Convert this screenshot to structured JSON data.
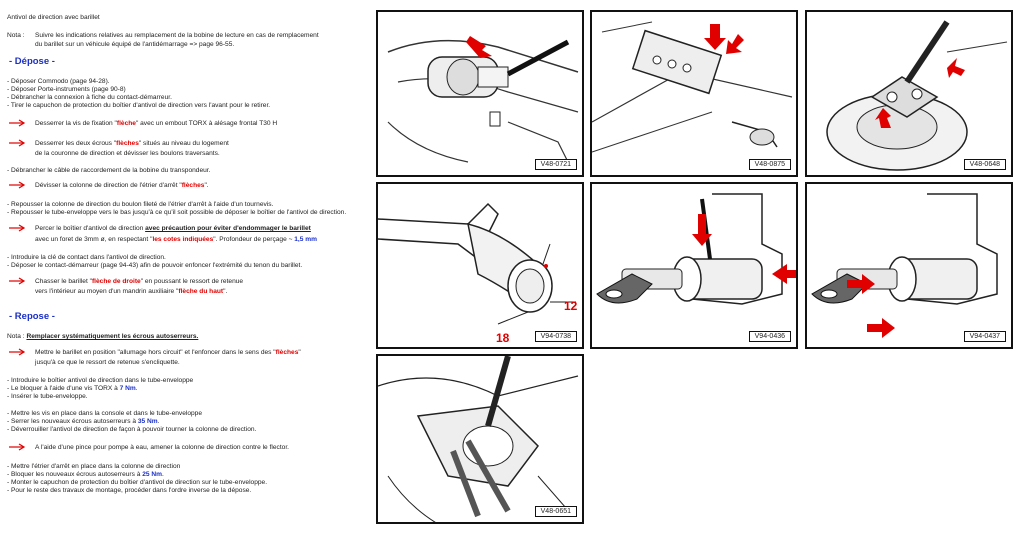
{
  "title": "Antivol de direction avec barillet",
  "note1_label": "Nota :",
  "note1_line1": "Suivre les indications relatives au remplacement de la bobine de lecture en cas de remplacement",
  "note1_line2": "du barillet sur un véhicule équipé de l'antidémarrage => page 96-55.",
  "depose_title": "- Dépose -",
  "d1": "- Déposer Commodo (page 94-28).",
  "d2": "- Déposer Porte-instruments (page 90-8)",
  "d3": "- Débrancher la connexion à fiche du contact-démarreur.",
  "d4": "- Tirer le capuchon de protection du boîtier d'antivol de direction vers l'avant pour le retirer.",
  "a1_pre": "Desserrer la vis de fixation \"",
  "a1_red": "flèche",
  "a1_post": "\" avec un embout TORX à alésage frontal T30 H",
  "a2_pre": "Desserrer les deux écrous \"",
  "a2_red": "flèches",
  "a2_post": "\" situés au niveau du logement",
  "a2_line2": "de la couronne de direction et dévisser les boulons traversants.",
  "d5": "- Débrancher le câble de raccordement de la bobine du transpondeur.",
  "a3_pre": "Dévisser la colonne de direction de l'étrier d'arrêt \"",
  "a3_red": "flèches",
  "a3_post": "\".",
  "d6": "- Repousser la colonne de direction du boulon fileté de l'étrier d'arrêt à l'aide d'un tournevis.",
  "d7": "- Repousser le tube-enveloppe vers le bas jusqu'à ce qu'il soit possible de déposer le boîtier de l'antivol de direction.",
  "a4_pre": "Percer le boîtier d'antivol de direction ",
  "a4_ul": "avec précaution pour éviter d'endommager le barillet",
  "a4_l2_pre": "avec un foret de 3mm ø, en respectant \"",
  "a4_l2_red": "les cotes indiquées",
  "a4_l2_mid": "\". Profondeur de perçage ~ ",
  "a4_l2_blue": "1,5 mm",
  "d8": "- Introduire la clé de contact dans l'antivol de direction.",
  "d9": "- Déposer le contact-démarreur (page 94-43) afin de pouvoir enfoncer l'extrémité du tenon du barillet.",
  "a5_pre": "Chasser le barillet \"",
  "a5_red": "flèche de droite",
  "a5_post": "\" en poussant le ressort de retenue",
  "a5_l2_pre": "vers l'intérieur au moyen d'un mandrin auxiliaire \"",
  "a5_l2_red": "flèche du haut",
  "a5_l2_post": "\".",
  "repose_title": "- Repose -",
  "note2_label": "Nota : ",
  "note2_ul": "Remplacer systématiquement les écrous autoserreurs.",
  "a6_pre": "Mettre le barillet en position \"allumage hors circuit\" et l'enfoncer dans le sens des \"",
  "a6_red": "flèches",
  "a6_post": "\"",
  "a6_line2": "jusqu'à ce que le ressort de retenue s'encliquette.",
  "r1": "- Introduire le boîtier antivol de direction dans le tube-enveloppe",
  "r2_pre": "- Le bloquer à l'aide d'une vis TORX à ",
  "r2_blue": "7 Nm",
  "r2_post": ".",
  "r3": "- Insérer le tube-enveloppe.",
  "r4": "- Mettre les vis en place dans la console et dans le tube-enveloppe",
  "r5_pre": "- Serrer les nouveaux écrous autoserreurs à ",
  "r5_blue": "35 Nm",
  "r5_post": ".",
  "r6": "- Déverrouiller l'antivol de direction de façon à pouvoir tourner la colonne de direction.",
  "a7": "A l'aide d'une pince pour pompe à eau, amener la colonne de direction contre le flector.",
  "r7": "- Mettre l'étrier d'arrêt en place dans la colonne de direction",
  "r8_pre": "- Bloquer les nouveaux écrous autoserreurs à ",
  "r8_blue": "25 Nm",
  "r8_post": ".",
  "r9": "- Monter le capuchon de protection du boîtier d'antivol de direction sur le tube-enveloppe.",
  "r10": "- Pour le reste des travaux de montage, procéder dans l'ordre inverse de la dépose.",
  "figures": {
    "f1": "V48-0721",
    "f2": "V48-0875",
    "f3": "V48-0648",
    "f4": "V94-0738",
    "f4_dim1": "12",
    "f4_dim2": "18",
    "f5": "V94-0436",
    "f6": "V94-0437",
    "f7": "V48-0651"
  },
  "colors": {
    "arrow_red": "#e00000",
    "value_blue": "#1a2fc8",
    "section_blue": "#1a2fc8"
  }
}
